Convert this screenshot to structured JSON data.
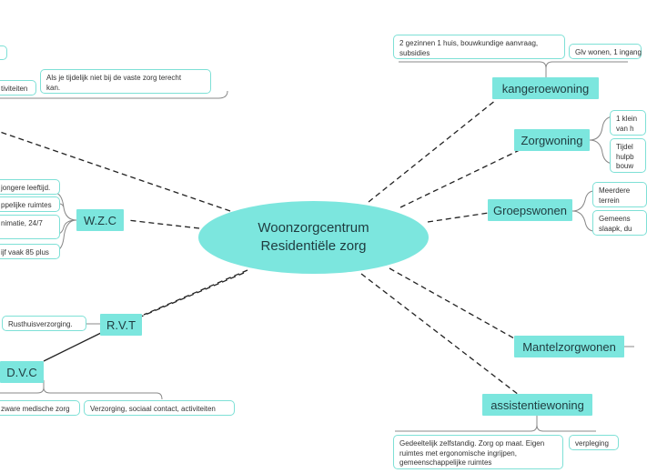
{
  "center": {
    "line1": "Woonzorgcentrum",
    "line2": "Residentiële zorg"
  },
  "topics": {
    "kangeroewoning": "kangeroewoning",
    "zorgwoning": "Zorgwoning",
    "groepswonen": "Groepswonen",
    "mantelzorgwonen": "Mantelzorgwonen",
    "assistentiewoning": "assistentiewoning",
    "wzc": "W.Z.C",
    "rvt": "R.V.T",
    "dvc": "D.V.C"
  },
  "subtopics": {
    "kang_1": [
      "2 gezinnen 1 huis, bouwkundige aanvraag,",
      "subsidies"
    ],
    "kang_2": [
      "Glv wonen, 1 ingang"
    ],
    "zorg_1": [
      "1 klein",
      "van h"
    ],
    "zorg_2": [
      "Tijdel",
      "hulpb",
      "bouw"
    ],
    "groep_1": [
      "Meerdere",
      "terrein"
    ],
    "groep_2": [
      "Gemeens",
      "slaapk, du"
    ],
    "assist_1": [
      "Gedeeltelijk zelfstandig. Zorg op maat. Eigen",
      "ruimtes met ergonomische ingrijpen,",
      "gemeenschappelijke ruimtes"
    ],
    "assist_2": [
      "verpleging"
    ],
    "wzc_1": [
      "jongere leeftijd."
    ],
    "wzc_2": [
      "ppelijke ruimtes"
    ],
    "wzc_3": [
      "nimatie, 24/7"
    ],
    "wzc_4": [
      "ijf vaak 85 plus"
    ],
    "rvt_1": [
      "Rusthuisverzorging."
    ],
    "dvc_1": [
      "zware medische zorg"
    ],
    "dvc_2": [
      "Verzorging, sociaal contact, activiteiten"
    ],
    "top_1": [
      "tiviteiten"
    ],
    "top_2": [
      "Als je tijdelijk niet bij de vaste zorg terecht",
      "kan."
    ]
  }
}
